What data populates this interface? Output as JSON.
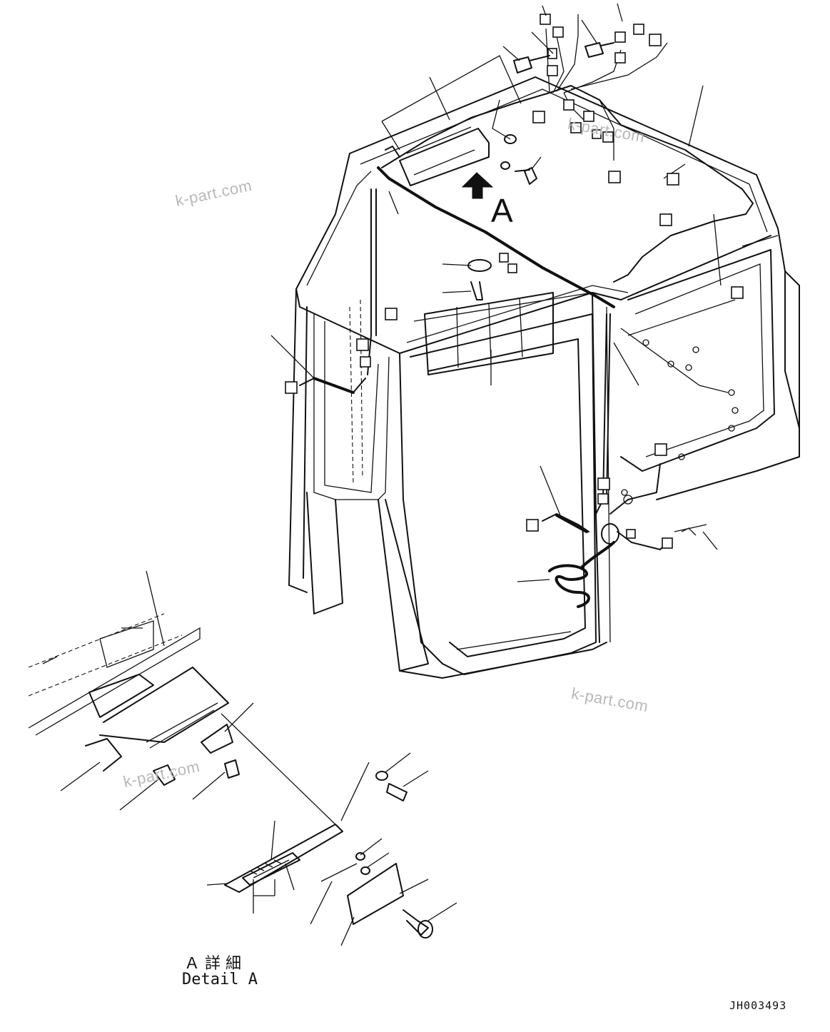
{
  "drawing": {
    "view_letter": "A",
    "detail_title_jp": "Ａ 詳 細",
    "detail_title_en": "Detail A",
    "drawing_code": "JH003493"
  },
  "watermarks": [
    "k-part.com",
    "k-part.com",
    "k-part.com",
    "k-part.com"
  ]
}
